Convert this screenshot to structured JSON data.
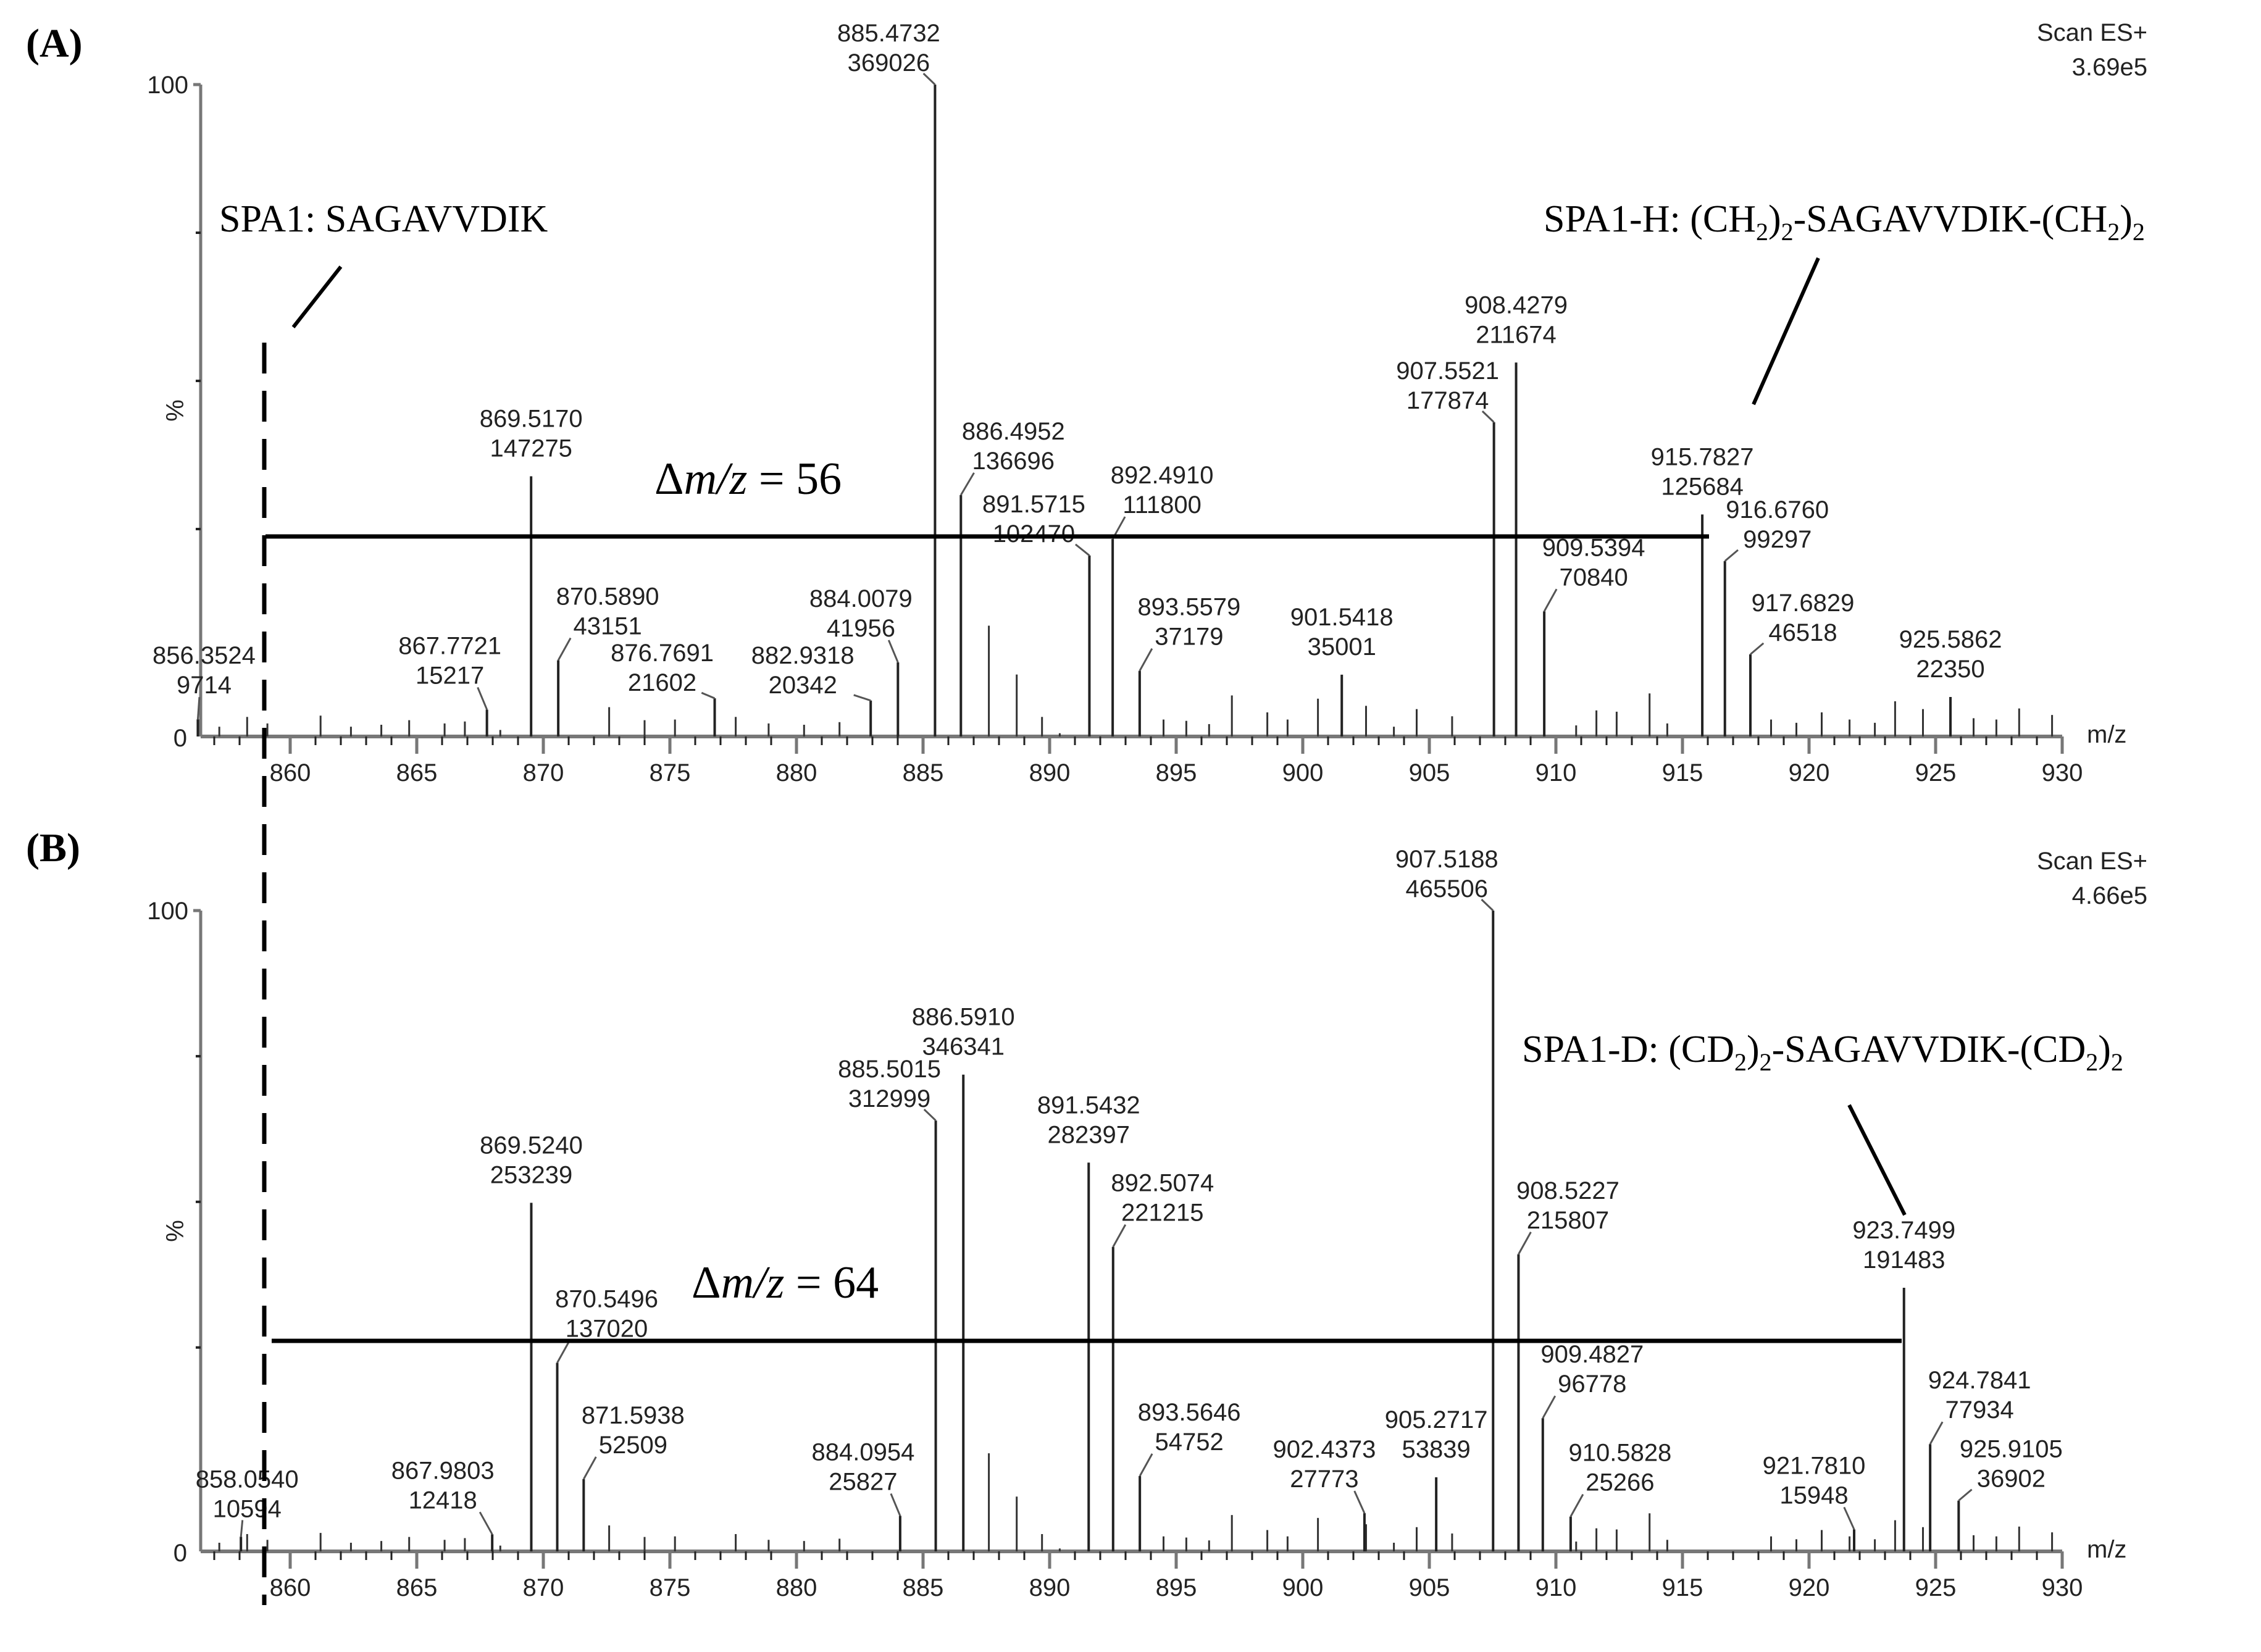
{
  "chart_data": [
    {
      "type": "bar",
      "subtype": "mass-spectrum-stick",
      "panel_label": "(A)",
      "scan_label": "Scan ES+",
      "scan_max": "3.69e5",
      "scan_color": "#ff2020",
      "xlabel": "m/z",
      "ylabel": "%",
      "xlim": [
        856.4,
        930
      ],
      "ylim": [
        0,
        100
      ],
      "y_ticks": [
        "0",
        "100"
      ],
      "x_ticks": [
        "860",
        "865",
        "870",
        "875",
        "880",
        "885",
        "890",
        "895",
        "900",
        "905",
        "910",
        "915",
        "920",
        "925",
        "930"
      ],
      "base_peak_intensity": 369026,
      "annotations": {
        "unlabeled_peptide": "SPA1: SAGAVVDIK",
        "labeled_peptide": "SPA1-H: (CH2)2-SAGAVVDIK-(CH2)2",
        "labeled_peptide_parts": {
          "prefix": "SPA1-H: (CH",
          "sub1": "2",
          "mid1": ")",
          "sub2": "2",
          "mid2": "-SAGAVVDIK-(CH",
          "sub3": "2",
          "mid3": ")",
          "sub4": "2"
        },
        "delta_label": "Δm/z = 56",
        "delta_parts": {
          "delta": "Δ",
          "mz": "m/z",
          "eq": " = 56"
        }
      },
      "labeled_peaks": [
        {
          "mz": "856.3524",
          "intensity": "9714"
        },
        {
          "mz": "867.7721",
          "intensity": "15217"
        },
        {
          "mz": "869.5170",
          "intensity": "147275"
        },
        {
          "mz": "870.5890",
          "intensity": "43151"
        },
        {
          "mz": "876.7691",
          "intensity": "21602"
        },
        {
          "mz": "882.9318",
          "intensity": "20342"
        },
        {
          "mz": "884.0079",
          "intensity": "41956"
        },
        {
          "mz": "885.4732",
          "intensity": "369026"
        },
        {
          "mz": "886.4952",
          "intensity": "136696"
        },
        {
          "mz": "891.5715",
          "intensity": "102470"
        },
        {
          "mz": "892.4910",
          "intensity": "111800"
        },
        {
          "mz": "893.5579",
          "intensity": "37179"
        },
        {
          "mz": "901.5418",
          "intensity": "35001"
        },
        {
          "mz": "907.5521",
          "intensity": "177874"
        },
        {
          "mz": "908.4279",
          "intensity": "211674"
        },
        {
          "mz": "909.5394",
          "intensity": "70840"
        },
        {
          "mz": "915.7827",
          "intensity": "125684"
        },
        {
          "mz": "916.6760",
          "intensity": "99297"
        },
        {
          "mz": "917.6829",
          "intensity": "46518"
        },
        {
          "mz": "925.5862",
          "intensity": "22350"
        }
      ]
    },
    {
      "type": "bar",
      "subtype": "mass-spectrum-stick",
      "panel_label": "(B)",
      "scan_label": "Scan ES+",
      "scan_max": "4.66e5",
      "scan_color": "#10a040",
      "xlabel": "m/z",
      "ylabel": "%",
      "xlim": [
        856.4,
        930
      ],
      "ylim": [
        0,
        100
      ],
      "y_ticks": [
        "0",
        "100"
      ],
      "x_ticks": [
        "860",
        "865",
        "870",
        "875",
        "880",
        "885",
        "890",
        "895",
        "900",
        "905",
        "910",
        "915",
        "920",
        "925",
        "930"
      ],
      "base_peak_intensity": 465506,
      "annotations": {
        "labeled_peptide": "SPA1-D: (CD2)2-SAGAVVDIK-(CD2)2",
        "labeled_peptide_parts": {
          "prefix": "SPA1-D: (CD",
          "sub1": "2",
          "mid1": ")",
          "sub2": "2",
          "mid2": "-SAGAVVDIK-(CD",
          "sub3": "2",
          "mid3": ")",
          "sub4": "2"
        },
        "delta_label": "Δm/z = 64",
        "delta_parts": {
          "delta": "Δ",
          "mz": "m/z",
          "eq": " = 64"
        }
      },
      "labeled_peaks": [
        {
          "mz": "858.0540",
          "intensity": "10594"
        },
        {
          "mz": "867.9803",
          "intensity": "12418"
        },
        {
          "mz": "869.5240",
          "intensity": "253239"
        },
        {
          "mz": "870.5496",
          "intensity": "137020"
        },
        {
          "mz": "871.5938",
          "intensity": "52509"
        },
        {
          "mz": "884.0954",
          "intensity": "25827"
        },
        {
          "mz": "885.5015",
          "intensity": "312999"
        },
        {
          "mz": "886.5910",
          "intensity": "346341"
        },
        {
          "mz": "891.5432",
          "intensity": "282397"
        },
        {
          "mz": "892.5074",
          "intensity": "221215"
        },
        {
          "mz": "893.5646",
          "intensity": "54752"
        },
        {
          "mz": "902.4373",
          "intensity": "27773"
        },
        {
          "mz": "905.2717",
          "intensity": "53839"
        },
        {
          "mz": "907.5188",
          "intensity": "465506"
        },
        {
          "mz": "908.5227",
          "intensity": "215807"
        },
        {
          "mz": "909.4827",
          "intensity": "96778"
        },
        {
          "mz": "910.5828",
          "intensity": "25266"
        },
        {
          "mz": "921.7810",
          "intensity": "15948"
        },
        {
          "mz": "923.7499",
          "intensity": "191483"
        },
        {
          "mz": "924.7841",
          "intensity": "77934"
        },
        {
          "mz": "925.9105",
          "intensity": "36902"
        }
      ]
    }
  ]
}
